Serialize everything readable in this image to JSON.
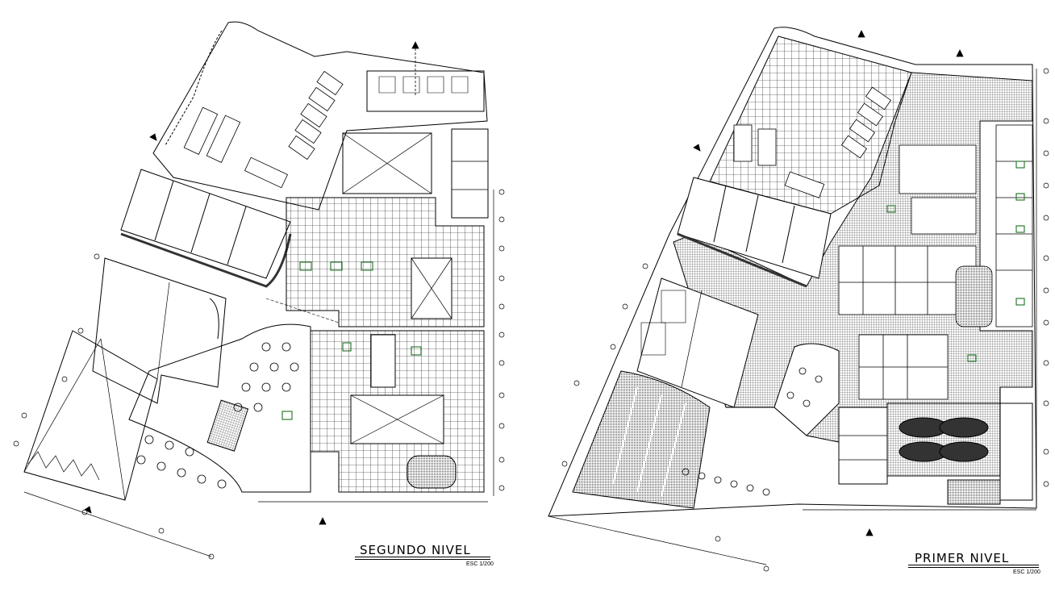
{
  "plans": [
    {
      "title": "SEGUNDO NIVEL",
      "scale": "ESC 1/200"
    },
    {
      "title": "PRIMER NIVEL",
      "scale": "ESC 1/200"
    }
  ],
  "colors": {
    "line": "#000000",
    "background": "#ffffff",
    "hatch": "#555555",
    "planting": "#2e7d32"
  }
}
